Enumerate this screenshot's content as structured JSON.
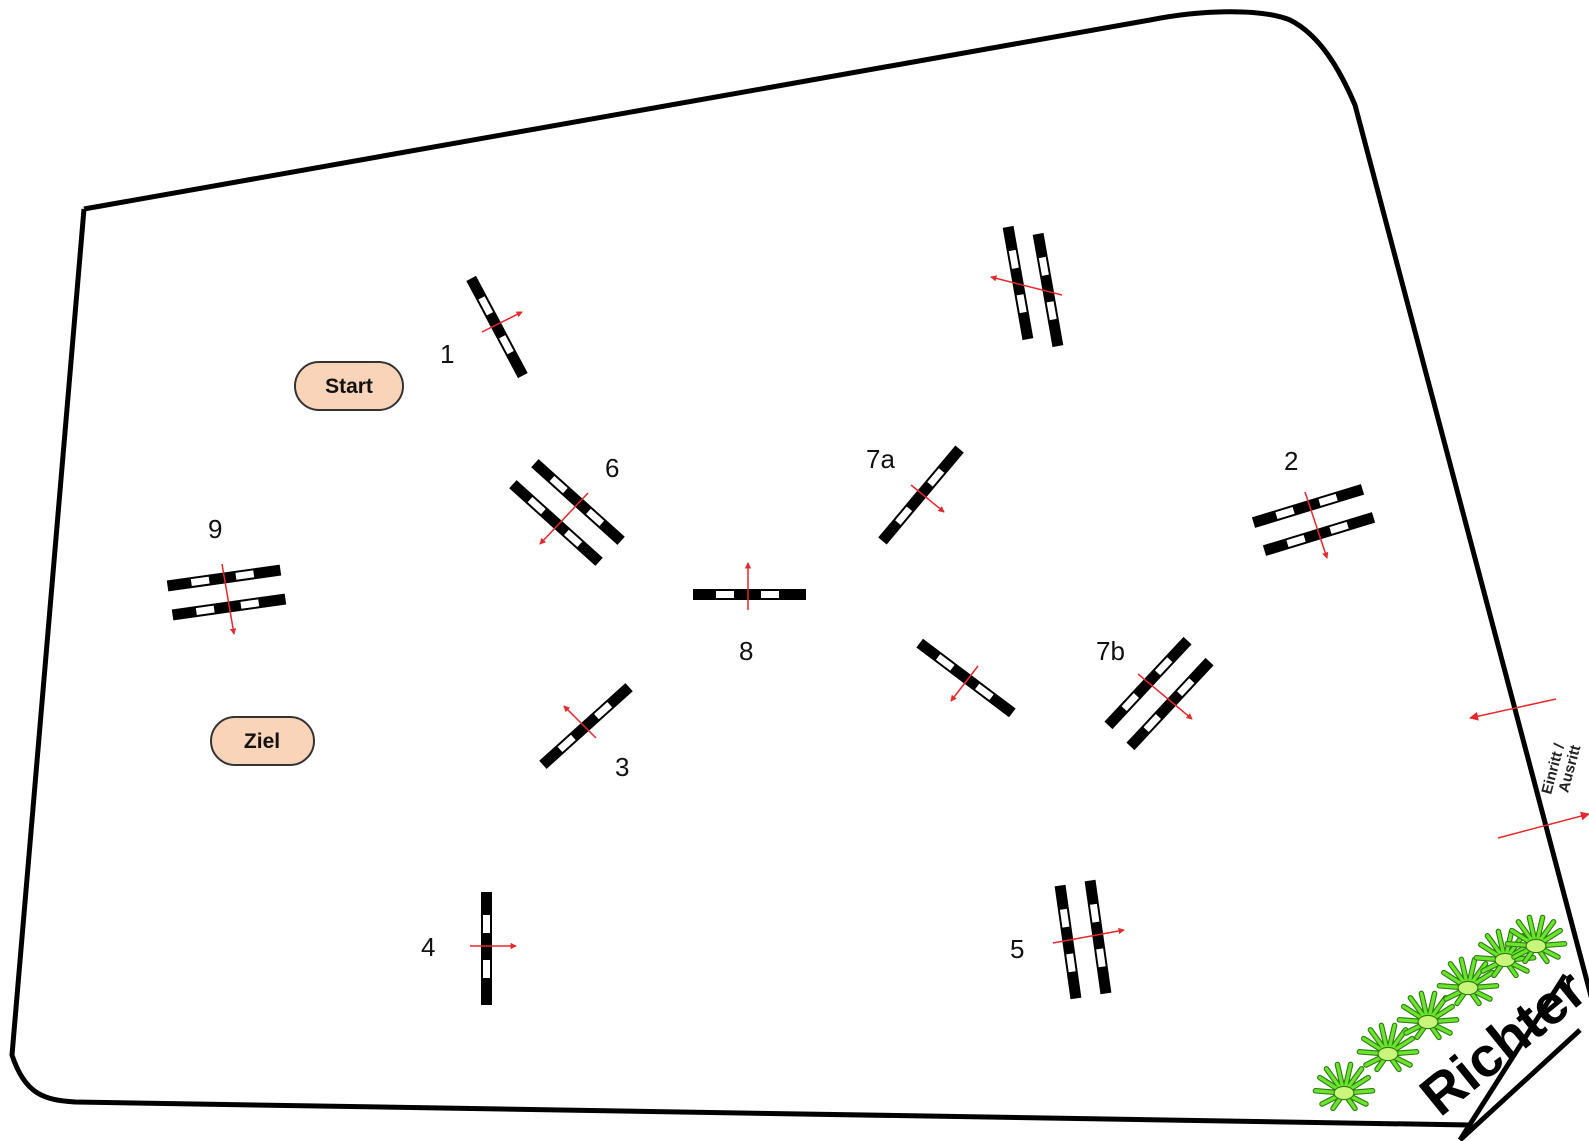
{
  "start_label": "Start",
  "finish_label": "Ziel",
  "judge_label": "Richter",
  "gate_line1": "Einritt /",
  "gate_line2": "Ausritt",
  "colors": {
    "arrow": "#e8262b",
    "pill_fill": "#f9d4b8",
    "pill_stroke": "#333333",
    "hedge": "#4fd21e",
    "rail_dark": "#000000",
    "rail_light": "#ffffff"
  },
  "obstacles": [
    {
      "id": "1",
      "label": "1",
      "type": "single"
    },
    {
      "id": "2",
      "label": "2",
      "type": "oxer"
    },
    {
      "id": "3",
      "label": "3",
      "type": "single"
    },
    {
      "id": "4",
      "label": "4",
      "type": "single"
    },
    {
      "id": "5",
      "label": "5",
      "type": "oxer"
    },
    {
      "id": "6",
      "label": "6",
      "type": "oxer"
    },
    {
      "id": "7a",
      "label": "7a",
      "type": "single"
    },
    {
      "id": "7b",
      "label": "7b",
      "type": "oxer"
    },
    {
      "id": "8",
      "label": "8",
      "type": "single"
    },
    {
      "id": "9",
      "label": "9",
      "type": "oxer"
    },
    {
      "id": "7a-oxer",
      "label": "",
      "type": "oxer"
    },
    {
      "id": "7b-single",
      "label": "",
      "type": "single"
    }
  ],
  "icons": {
    "start": "start-pill",
    "finish": "finish-pill",
    "plants": "hedge-plant-icon",
    "direction": "direction-arrow-icon"
  }
}
